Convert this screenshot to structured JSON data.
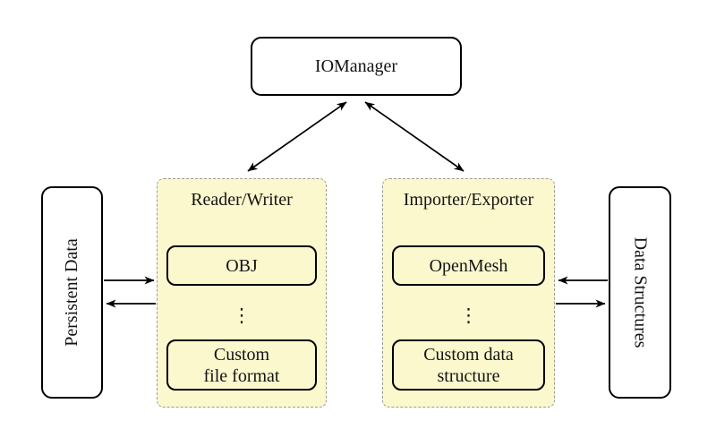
{
  "colors": {
    "background": "#ffffff",
    "group_fill": "#fcf8ce",
    "group_border": "#9a9a9a",
    "node_fill": "#ffffff",
    "node_border": "#000000",
    "arrow": "#000000",
    "text": "#141414"
  },
  "nodes": {
    "io_manager": {
      "label": "IOManager"
    },
    "persistent_data": {
      "label": "Persistent Data"
    },
    "data_structures": {
      "label": "Data Structures"
    },
    "reader_writer": {
      "title": "Reader/Writer",
      "top_item": "OBJ",
      "ellipsis": "⋮",
      "bottom_item_line1": "Custom",
      "bottom_item_line2": "file format"
    },
    "importer_exporter": {
      "title": "Importer/Exporter",
      "top_item": "OpenMesh",
      "ellipsis": "⋮",
      "bottom_item_line1": "Custom data",
      "bottom_item_line2": "structure"
    }
  },
  "edges": {
    "io_to_reader_writer": "bidirectional",
    "io_to_importer_exporter": "bidirectional",
    "persistent_to_reader_writer": "right",
    "reader_writer_to_persistent": "left",
    "importer_exporter_to_structures": "right",
    "structures_to_importer_exporter": "left"
  }
}
